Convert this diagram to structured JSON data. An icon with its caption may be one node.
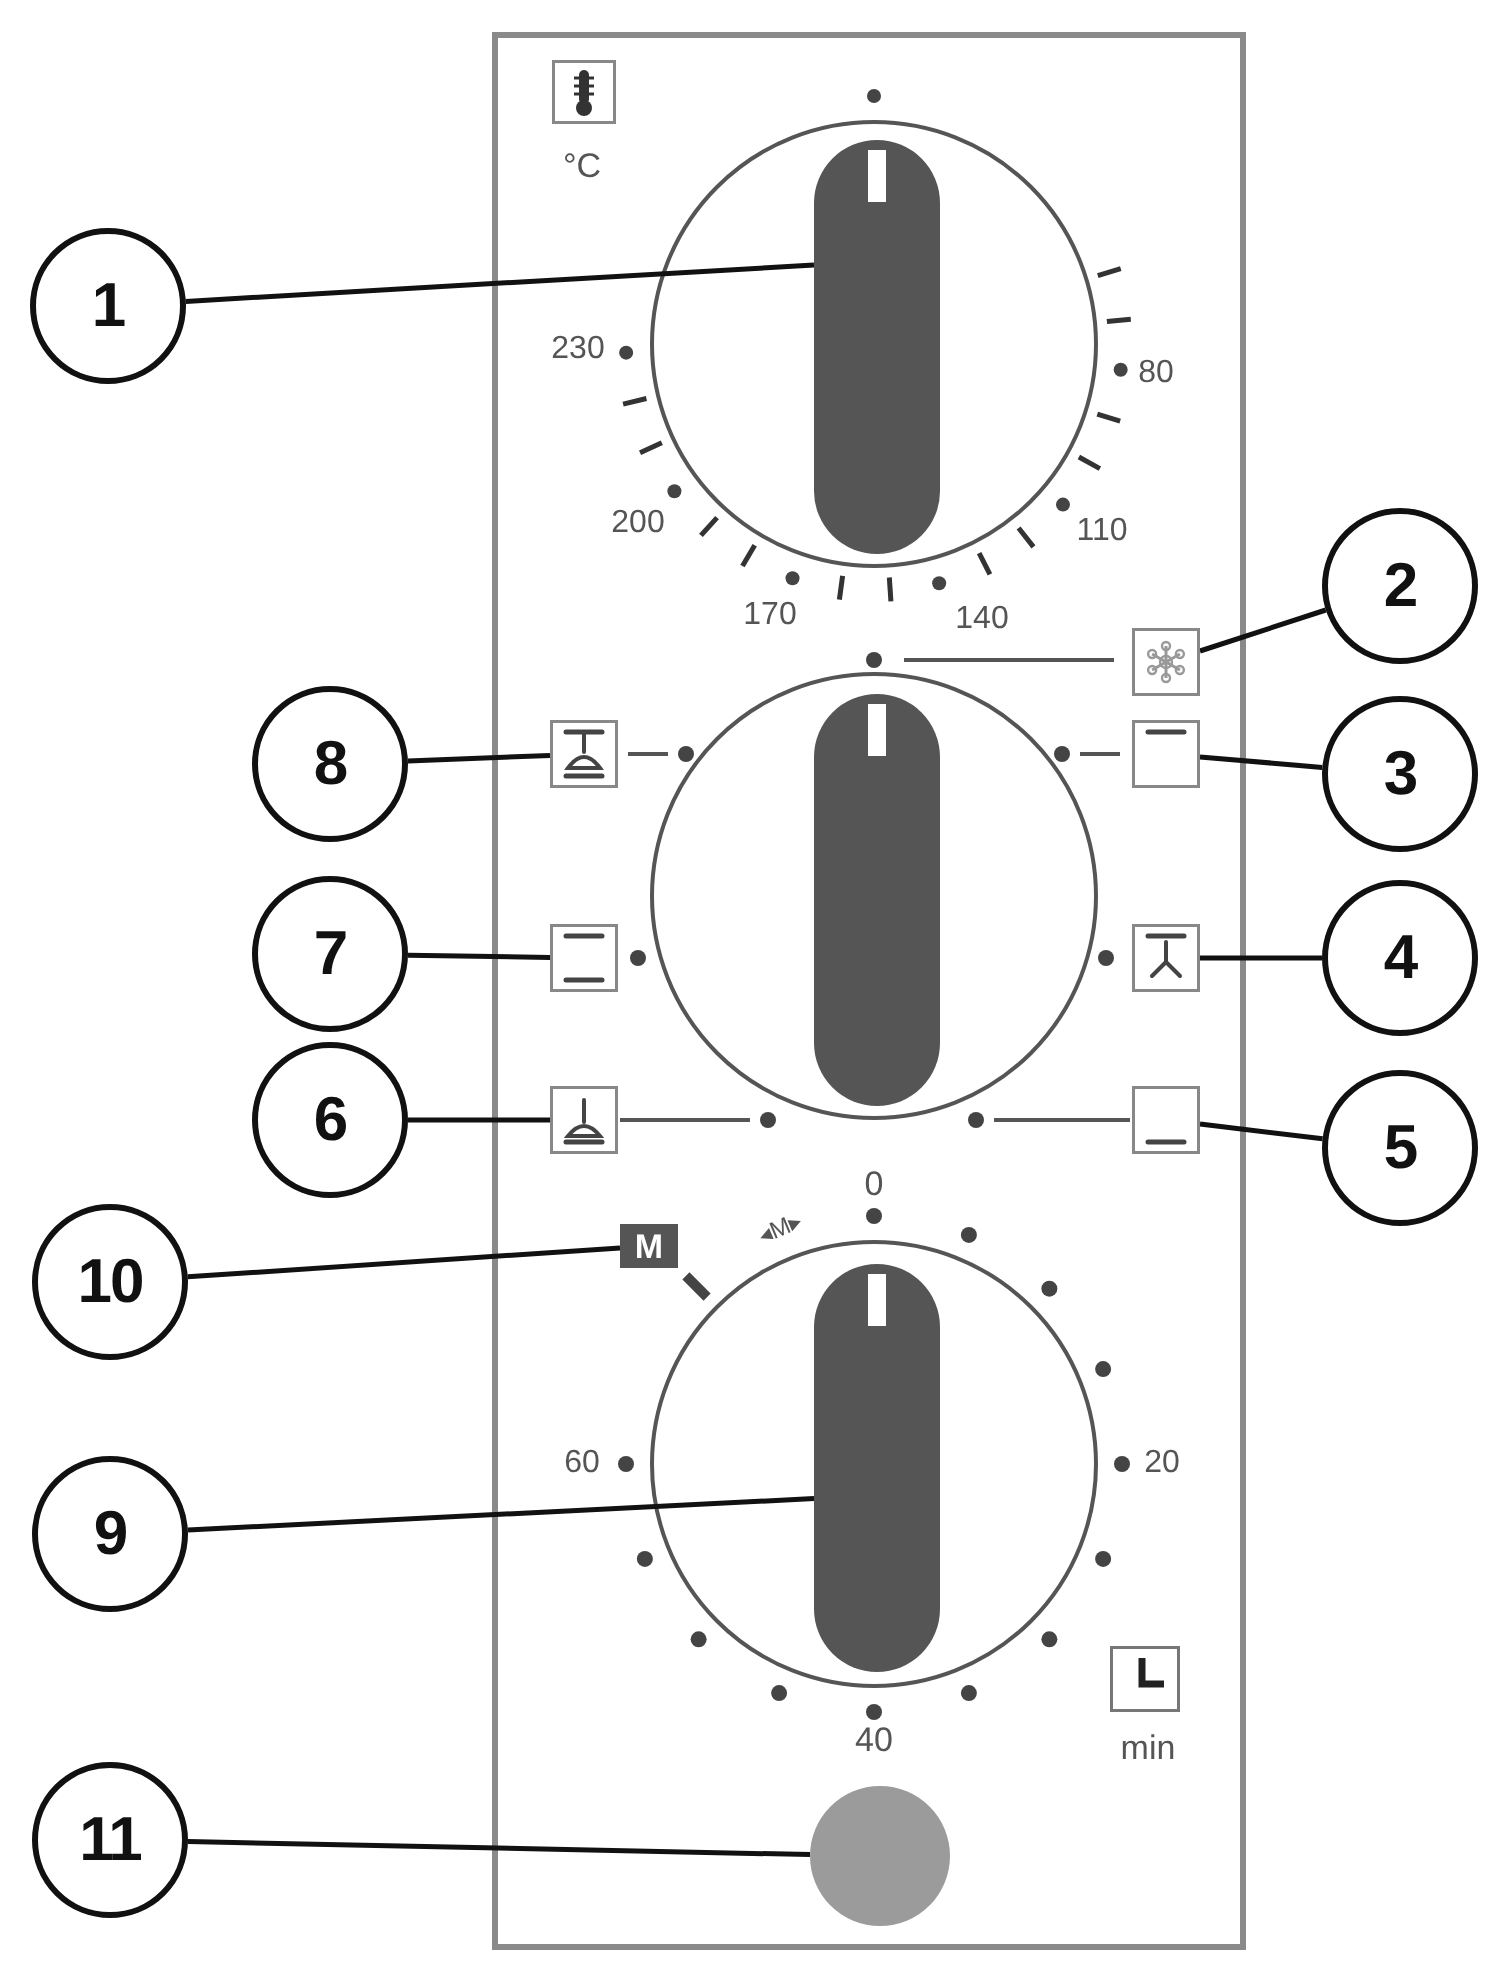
{
  "diagram": {
    "nodes": [
      {
        "text": [
          "1"
        ]
      },
      {
        "text": [],
        "shape": "bar"
      },
      {
        "text": [
          "2"
        ]
      },
      {
        "text": [],
        "shape": "picture"
      },
      {
        "text": [
          "8"
        ]
      },
      {
        "text": [],
        "shape": "picture"
      },
      {
        "text": [],
        "shape": "picture"
      },
      {
        "text": [
          "3"
        ]
      },
      {
        "text": [],
        "shape": "bar"
      },
      {
        "text": [
          "7"
        ]
      },
      {
        "text": [],
        "shape": "picture"
      },
      {
        "text": [],
        "shape": "picture"
      },
      {
        "text": [
          "4"
        ]
      },
      {
        "text": [
          "6"
        ]
      },
      {
        "text": [],
        "shape": "picture"
      },
      {
        "text": [],
        "shape": "picture"
      },
      {
        "text": [
          "5"
        ]
      },
      {
        "text": [
          "10"
        ]
      },
      {
        "text": [
          "M"
        ]
      },
      {
        "text": [
          "9"
        ]
      },
      {
        "text": [],
        "shape": "bar"
      },
      {
        "text": [
          "11"
        ]
      },
      {
        "text": [],
        "shape": "circle"
      }
    ],
    "edges": [
      {
        "from": 0,
        "to": 1,
        "arrow": "none"
      },
      {
        "from": 2,
        "to": 3,
        "arrow": "none"
      },
      {
        "from": 4,
        "to": 5,
        "arrow": "none"
      },
      {
        "from": 7,
        "to": 6,
        "arrow": "none"
      },
      {
        "from": 9,
        "to": 10,
        "arrow": "none"
      },
      {
        "from": 12,
        "to": 11,
        "arrow": "none"
      },
      {
        "from": 13,
        "to": 14,
        "arrow": "none"
      },
      {
        "from": 16,
        "to": 15,
        "arrow": "none"
      },
      {
        "from": 17,
        "to": 18,
        "arrow": "none"
      },
      {
        "from": 19,
        "to": 20,
        "arrow": "none"
      },
      {
        "from": 21,
        "to": 22,
        "arrow": "none"
      }
    ],
    "labels": [
      "°C",
      "230",
      "80",
      "200",
      "110",
      "170",
      "140",
      "0",
      "◂M▸",
      "60",
      "20",
      "40",
      "min"
    ]
  }
}
